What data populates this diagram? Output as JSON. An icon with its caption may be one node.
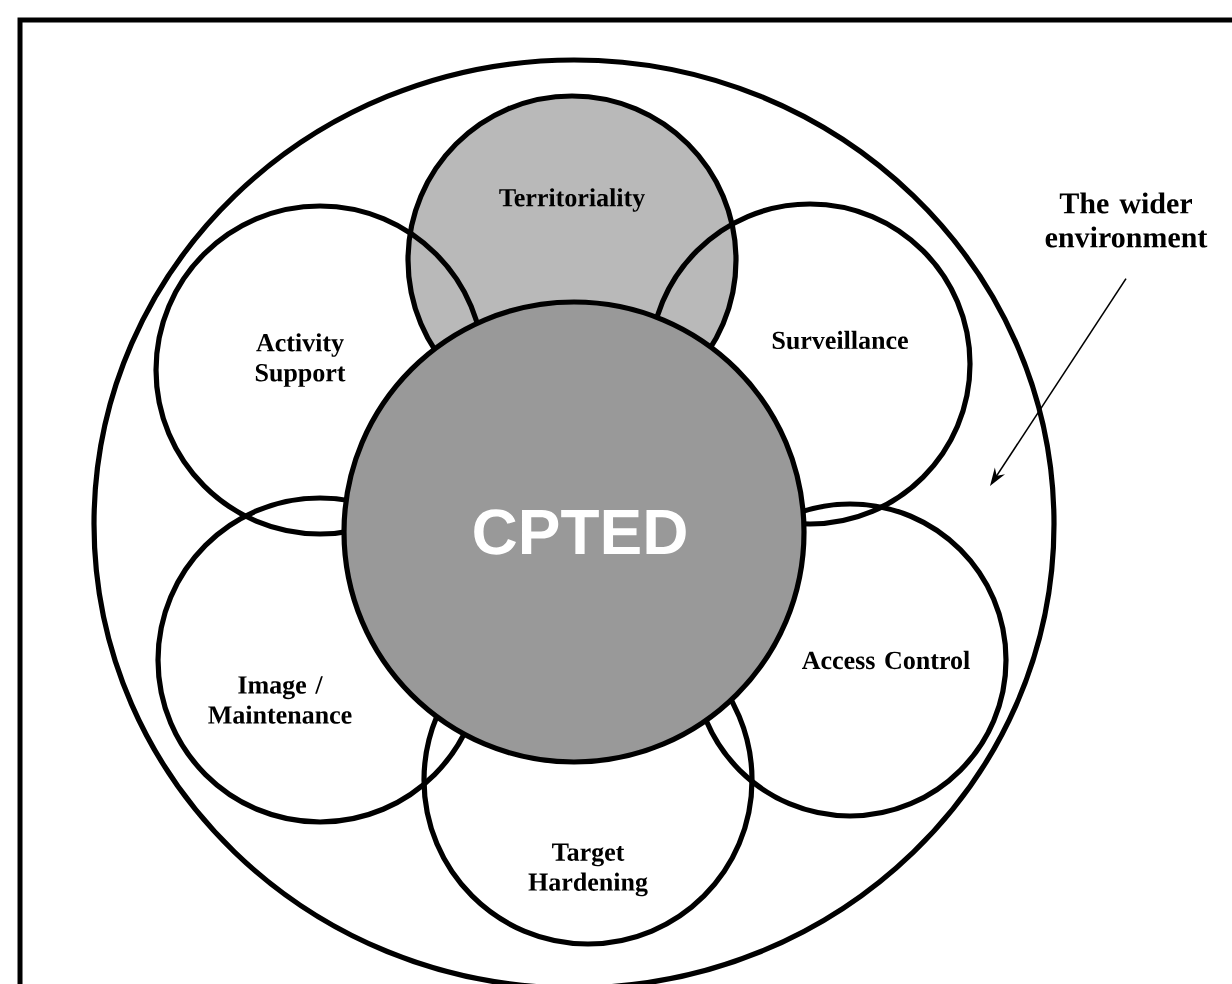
{
  "diagram": {
    "nodes": [
      {
        "text": [
          "The wider environment"
        ]
      },
      {
        "text": [],
        "shape": "ellipse"
      },
      {
        "text": [
          "Territoriality"
        ],
        "in": 1
      },
      {
        "text": [
          "Activity Support"
        ],
        "in": 1
      },
      {
        "text": [
          "Surveillance"
        ],
        "in": 1
      },
      {
        "text": [
          "CPTED"
        ],
        "in": 1
      },
      {
        "text": [
          "Image / Maintenance"
        ],
        "in": 1
      },
      {
        "text": [
          "Access Control"
        ],
        "in": 1
      },
      {
        "text": [
          "Target Hardening"
        ],
        "in": 1
      }
    ],
    "edges": [
      {
        "from": 0,
        "to": 1,
        "arrow": "to"
      }
    ]
  }
}
